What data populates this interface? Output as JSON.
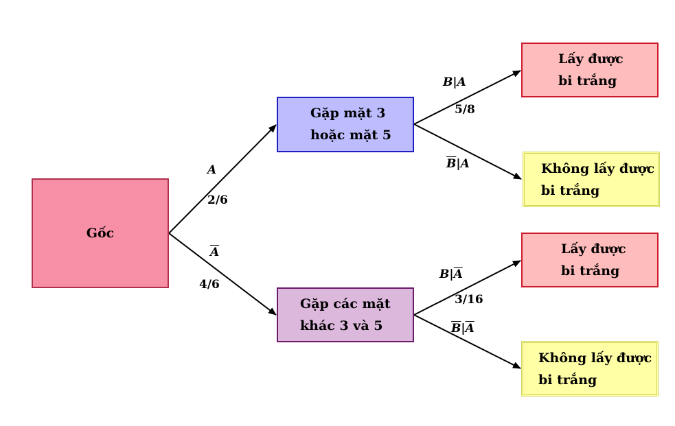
{
  "nodes": {
    "root": "Gốc",
    "a": [
      "Gặp mặt 3",
      "hoặc mặt 5"
    ],
    "not_a": [
      "Gặp các mặt",
      "khác 3 và 5"
    ],
    "a_b": [
      "Lấy được",
      "bi trắng"
    ],
    "a_not_b": [
      "Không lấy được",
      "bi trắng"
    ],
    "not_a_b": [
      "Lấy được",
      "bi trắng"
    ],
    "not_a_not_b": [
      "Không lấy được",
      "bi trắng"
    ]
  },
  "edges": {
    "root_a": {
      "event": "A",
      "prob": "2/6"
    },
    "root_not_a": {
      "event": "A",
      "prob": "4/6"
    },
    "a_b": {
      "event_left": "B",
      "event_right": "A",
      "prob": "5/8"
    },
    "a_not_b": {
      "event_left": "B",
      "event_right": "A"
    },
    "not_a_b": {
      "event_left": "B",
      "event_right": "A",
      "prob": "3/16"
    },
    "not_a_not_b": {
      "event_left": "B",
      "event_right": "A"
    }
  },
  "colors": {
    "root_fill": "#f78fa7",
    "a_fill": "#bcbcff",
    "not_a_fill": "#dcb8dc",
    "b_fill": "#ffbcbc",
    "not_b_fill": "#ffffa6"
  }
}
